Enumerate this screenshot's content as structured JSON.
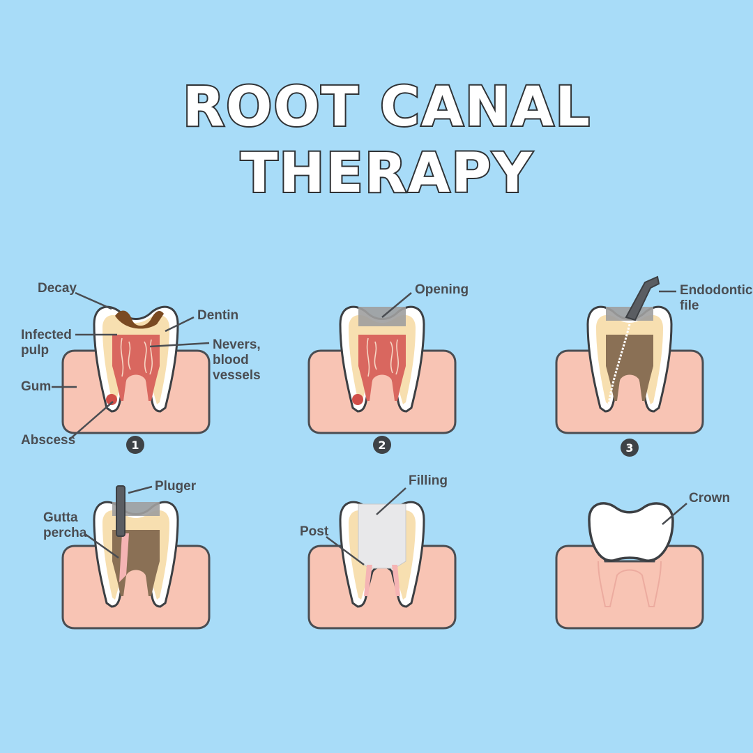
{
  "title": {
    "line1": "ROOT CANAL",
    "line2": "THERAPY"
  },
  "steps": [
    {
      "number": "1",
      "labels": {
        "decay": "Decay",
        "dentin": "Dentin",
        "infected_pulp_1": "Infected",
        "infected_pulp_2": "pulp",
        "nerves_1": "Nevers,",
        "nerves_2": "blood",
        "nerves_3": "vessels",
        "gum": "Gum",
        "abscess": "Abscess"
      }
    },
    {
      "number": "2",
      "labels": {
        "opening": "Opening"
      }
    },
    {
      "number": "3",
      "labels": {
        "file_1": "Endodontic",
        "file_2": "file"
      }
    },
    {
      "labels": {
        "pluger": "Pluger",
        "gutta_1": "Gutta",
        "gutta_2": "percha"
      }
    },
    {
      "labels": {
        "filling": "Filling",
        "post": "Post"
      }
    },
    {
      "labels": {
        "crown": "Crown"
      }
    }
  ],
  "colors": {
    "background": "#a8dcf8",
    "gum": "#f8c4b4",
    "dentin": "#f7dfb0",
    "pulp": "#d9675f",
    "decay": "#7a4a22",
    "label": "#4a4d52"
  }
}
